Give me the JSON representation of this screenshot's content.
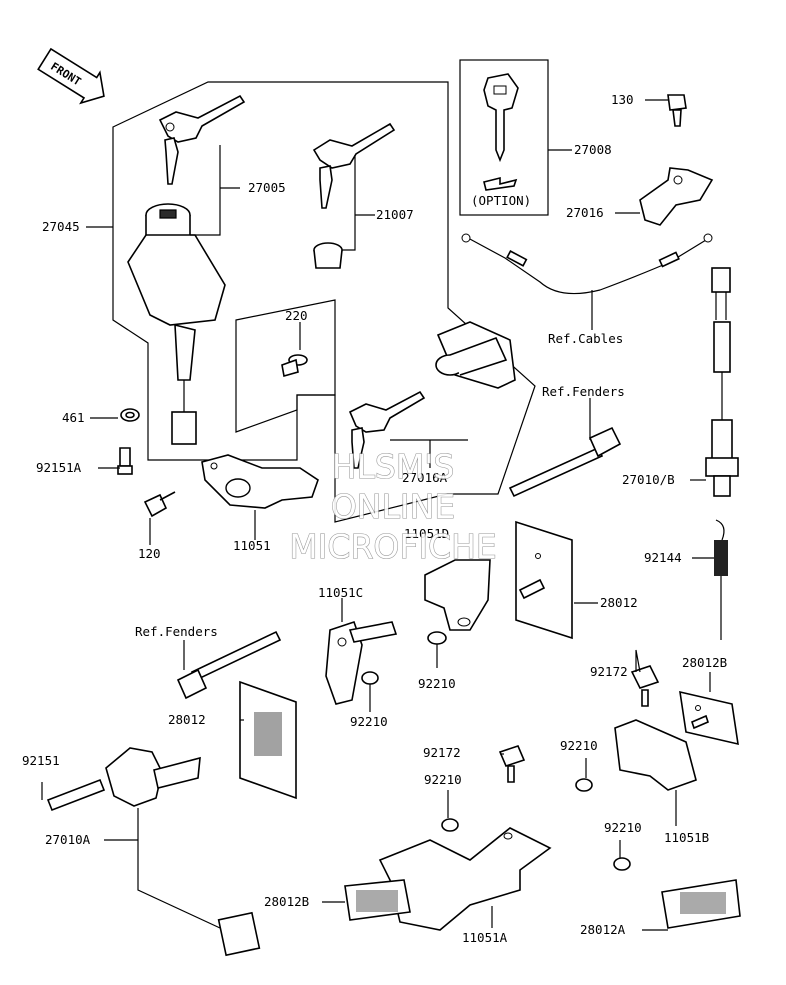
{
  "diagram": {
    "front_label": "FRONT",
    "option_label": "(OPTION)",
    "watermark": [
      "HLSM'S",
      "ONLINE",
      "MICROFICHE"
    ],
    "labels": {
      "p27045": "27045",
      "p27005": "27005",
      "p21007": "21007",
      "p220": "220",
      "p461": "461",
      "p92151A": "92151A",
      "p120": "120",
      "p11051": "11051",
      "p27016A": "27016A",
      "p11051D": "11051D",
      "p27008": "27008",
      "p130": "130",
      "p27016": "27016",
      "refCables": "Ref.Cables",
      "refFenders1": "Ref.Fenders",
      "p27010B": "27010/B",
      "p92144": "92144",
      "p28012a": "28012",
      "p11051C": "11051C",
      "refFenders2": "Ref.Fenders",
      "p28012b": "28012",
      "p92210a": "92210",
      "p92210b": "92210",
      "p92172a": "92172",
      "p28012B1": "28012B",
      "p92210c": "92210",
      "p11051B": "11051B",
      "p92151": "92151",
      "p27010A": "27010A",
      "p92172b": "92172",
      "p92210d": "92210",
      "p28012B2": "28012B",
      "p11051A": "11051A",
      "p92210e": "92210",
      "p28012A": "28012A"
    }
  }
}
